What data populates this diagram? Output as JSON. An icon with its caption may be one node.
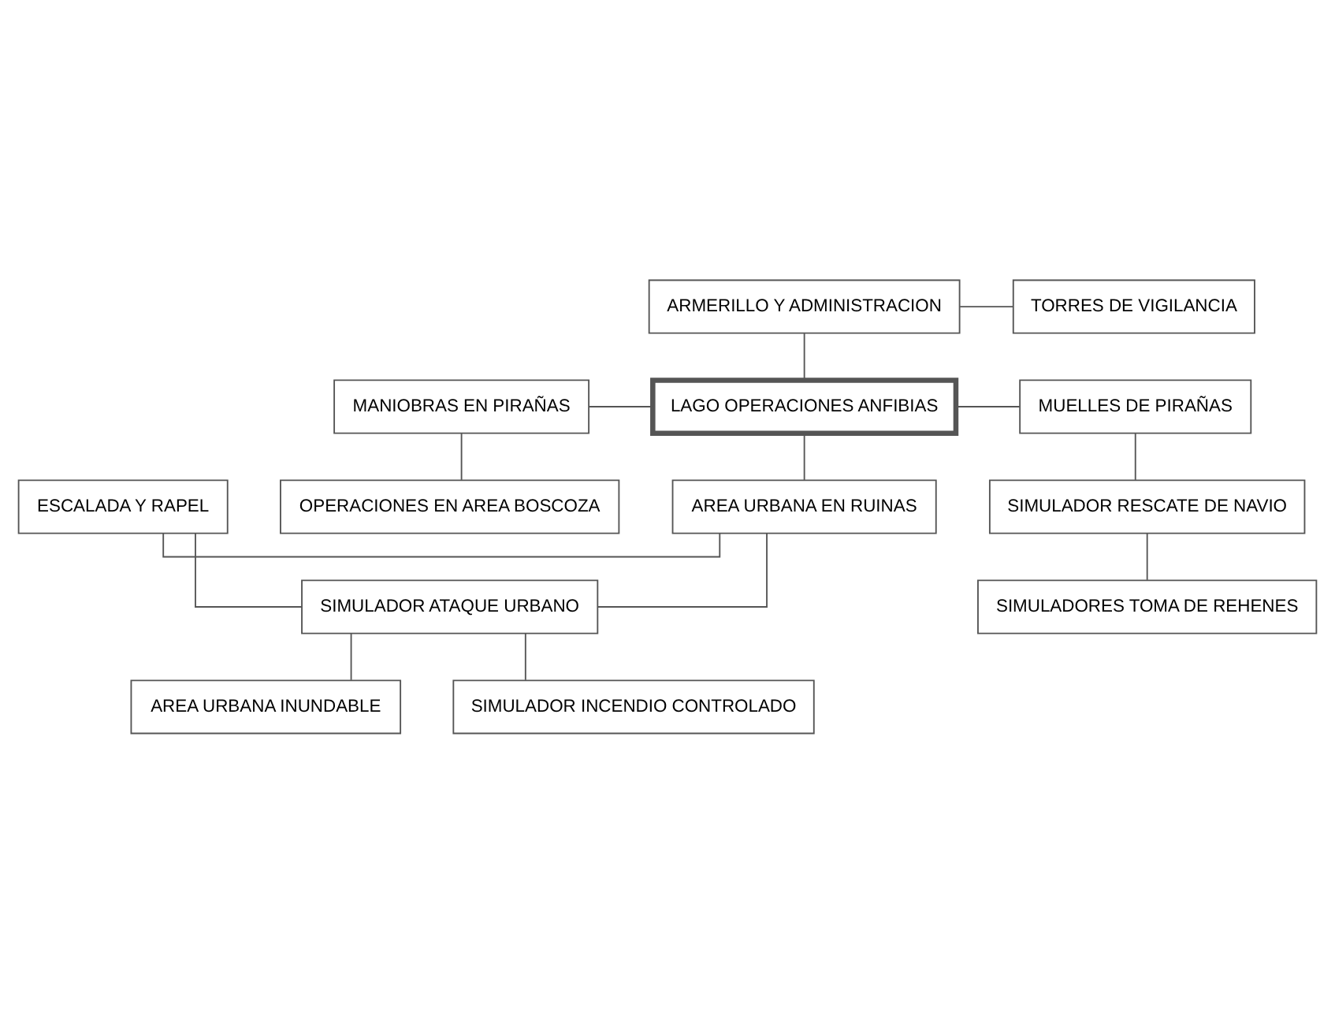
{
  "diagram": {
    "nodes": [
      {
        "text": [
          "ARMERILLO Y ADMINISTRACION"
        ]
      },
      {
        "text": [
          "TORRES DE VIGILANCIA"
        ]
      },
      {
        "text": [
          "MANIOBRAS EN PIRAÑAS"
        ]
      },
      {
        "text": [
          "LAGO OPERACIONES ANFIBIAS"
        ]
      },
      {
        "text": [
          "MUELLES DE PIRAÑAS"
        ]
      },
      {
        "text": [
          "OPERACIONES EN AREA BOSCOZA"
        ]
      },
      {
        "text": [
          "SIMULADOR RESCATE DE NAVIO"
        ]
      },
      {
        "text": [
          "AREA URBANA EN RUINAS"
        ]
      },
      {
        "text": [
          "ESCALADA Y RAPEL"
        ]
      },
      {
        "text": [
          "SIMULADORES TOMA DE REHENES"
        ]
      },
      {
        "text": [
          "SIMULADOR ATAQUE URBANO"
        ]
      },
      {
        "text": [
          "AREA URBANA INUNDABLE"
        ]
      },
      {
        "text": [
          "SIMULADOR INCENDIO CONTROLADO"
        ]
      }
    ],
    "edges": [
      {
        "from": 0,
        "to": 1,
        "arrow": "none"
      },
      {
        "from": 0,
        "to": 3,
        "arrow": "none"
      },
      {
        "from": 2,
        "to": 3,
        "arrow": "none"
      },
      {
        "from": 3,
        "to": 4,
        "arrow": "none"
      },
      {
        "from": 2,
        "to": 5,
        "arrow": "none"
      },
      {
        "from": 4,
        "to": 6,
        "arrow": "none"
      },
      {
        "from": 6,
        "to": 9,
        "arrow": "none"
      },
      {
        "from": 3,
        "to": 7,
        "arrow": "none"
      },
      {
        "from": 7,
        "to": 10,
        "arrow": "none"
      },
      {
        "from": 8,
        "to": 7,
        "arrow": "none"
      },
      {
        "from": 8,
        "to": 10,
        "arrow": "none"
      },
      {
        "from": 10,
        "to": 11,
        "arrow": "none"
      },
      {
        "from": 10,
        "to": 12,
        "arrow": "none"
      }
    ]
  }
}
